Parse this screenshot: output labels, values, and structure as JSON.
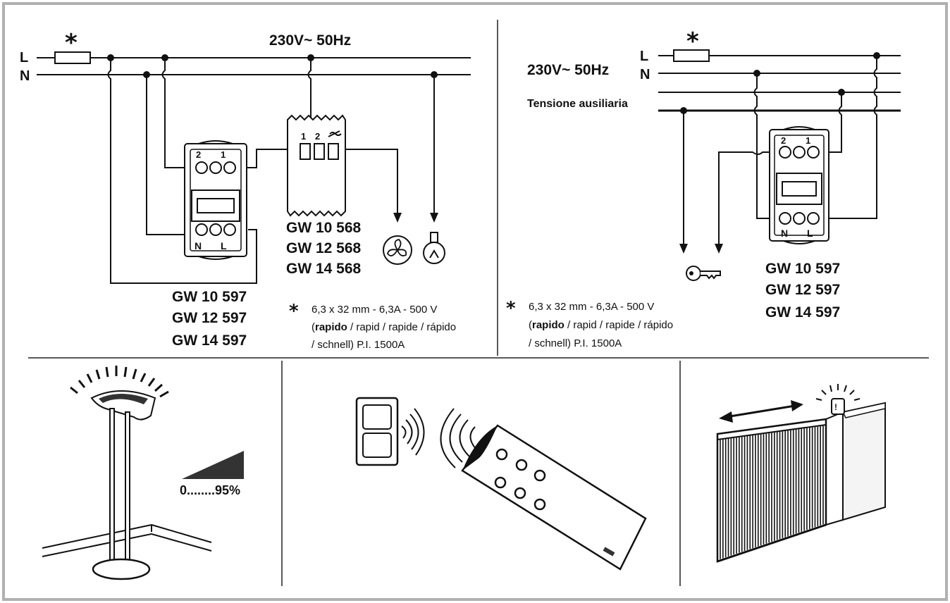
{
  "left_diagram": {
    "line_L": "L",
    "line_N": "N",
    "supply": "230V~ 50Hz",
    "fuse_mark": "*",
    "switch_terminal_2": "2",
    "switch_terminal_1": "1",
    "switch_terminal_N": "N",
    "switch_terminal_L": "L",
    "relay_terminal_1": "1",
    "relay_terminal_2": "2",
    "relay_codes": [
      "GW 10 568",
      "GW 12 568",
      "GW 14 568"
    ],
    "switch_codes": [
      "GW 10 597",
      "GW 12 597",
      "GW 14 597"
    ],
    "fuse_note": {
      "line1": "6,3 x 32 mm - 6,3A - 500 V",
      "line2_bold": "rapido",
      "line2_rest": " / rapid / rapide / rápido",
      "line3": "/ schnell) P.I.   1500A",
      "paren_open": "("
    }
  },
  "right_diagram": {
    "line_L": "L",
    "line_N": "N",
    "supply": "230V~ 50Hz",
    "aux": "Tensione ausiliaria",
    "fuse_mark": "*",
    "switch_terminal_2": "2",
    "switch_terminal_1": "1",
    "switch_terminal_N": "N",
    "switch_terminal_L": "L",
    "switch_codes": [
      "GW 10 597",
      "GW 12 597",
      "GW 14 597"
    ],
    "fuse_note": {
      "line1": "6,3 x 32 mm - 6,3A - 500 V",
      "line2_bold": "rapido",
      "line2_rest": " / rapid / rapide / rápido",
      "line3": "/ schnell) P.I.   1500A",
      "paren_open": "("
    }
  },
  "scenes": {
    "dimmer_range": "0........95%"
  }
}
